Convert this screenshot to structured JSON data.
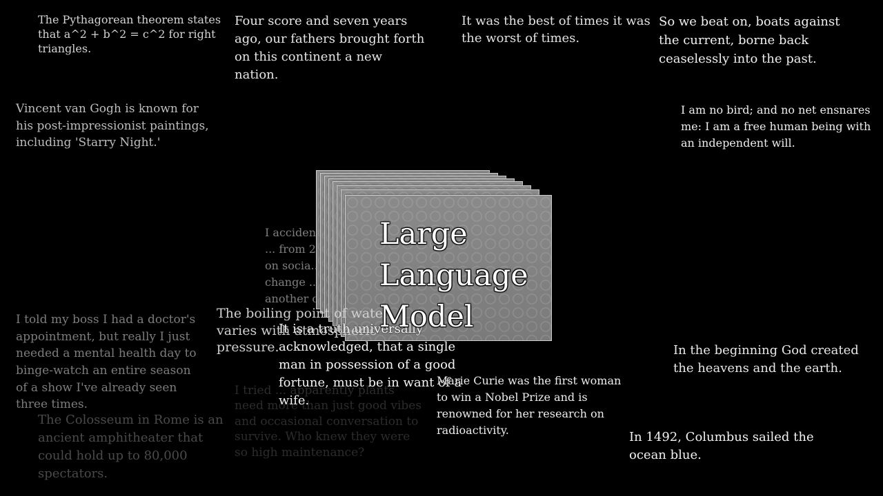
{
  "scene": {
    "model_label": [
      "Large",
      "Language",
      "Model"
    ]
  },
  "snippets": {
    "pythagorean": "The Pythagorean theorem states that a^2 + b^2 = c^2 for right triangles.",
    "gettysburg": "Four score and seven years ago, our fathers brought forth on this continent a new nation.",
    "dickens": "It was the best of times it was the worst of times.",
    "gatsby": "So we beat on, boats against the current, borne back ceaselessly into the past.",
    "van_gogh": "Vincent van Gogh is known for his post-impressionist paintings, including 'Starry Night.'",
    "jane_eyre": "I am no bird; and no net ensnares me: I am a free human being with an independent will.",
    "accidentally": "I accidentally ... from 20... on socia... change ... another c...",
    "boss": "I told my boss I had a doctor's appointment, but really I just needed a mental health day to binge-watch an entire season of a show I've already seen three times.",
    "boiling": "The boiling point of water varies with atmospheric pressure.",
    "austen": "It is a truth universally acknowledged, that a single man in possession of a good fortune, must be in want of a wife.",
    "genesis": "In the beginning God created the heavens and the earth.",
    "curie": "Marie Curie was the first woman to win a Nobel Prize and is renowned for her research on radioactivity.",
    "colosseum": "The Colosseum in Rome is an ancient amphitheater that could hold up to 80,000 spectators.",
    "plants": "I tried ... apparently plants need more than just good vibes and occasional conversation to survive. Who knew they were so high maintenance?",
    "columbus": "In 1492, Columbus sailed the ocean blue."
  }
}
